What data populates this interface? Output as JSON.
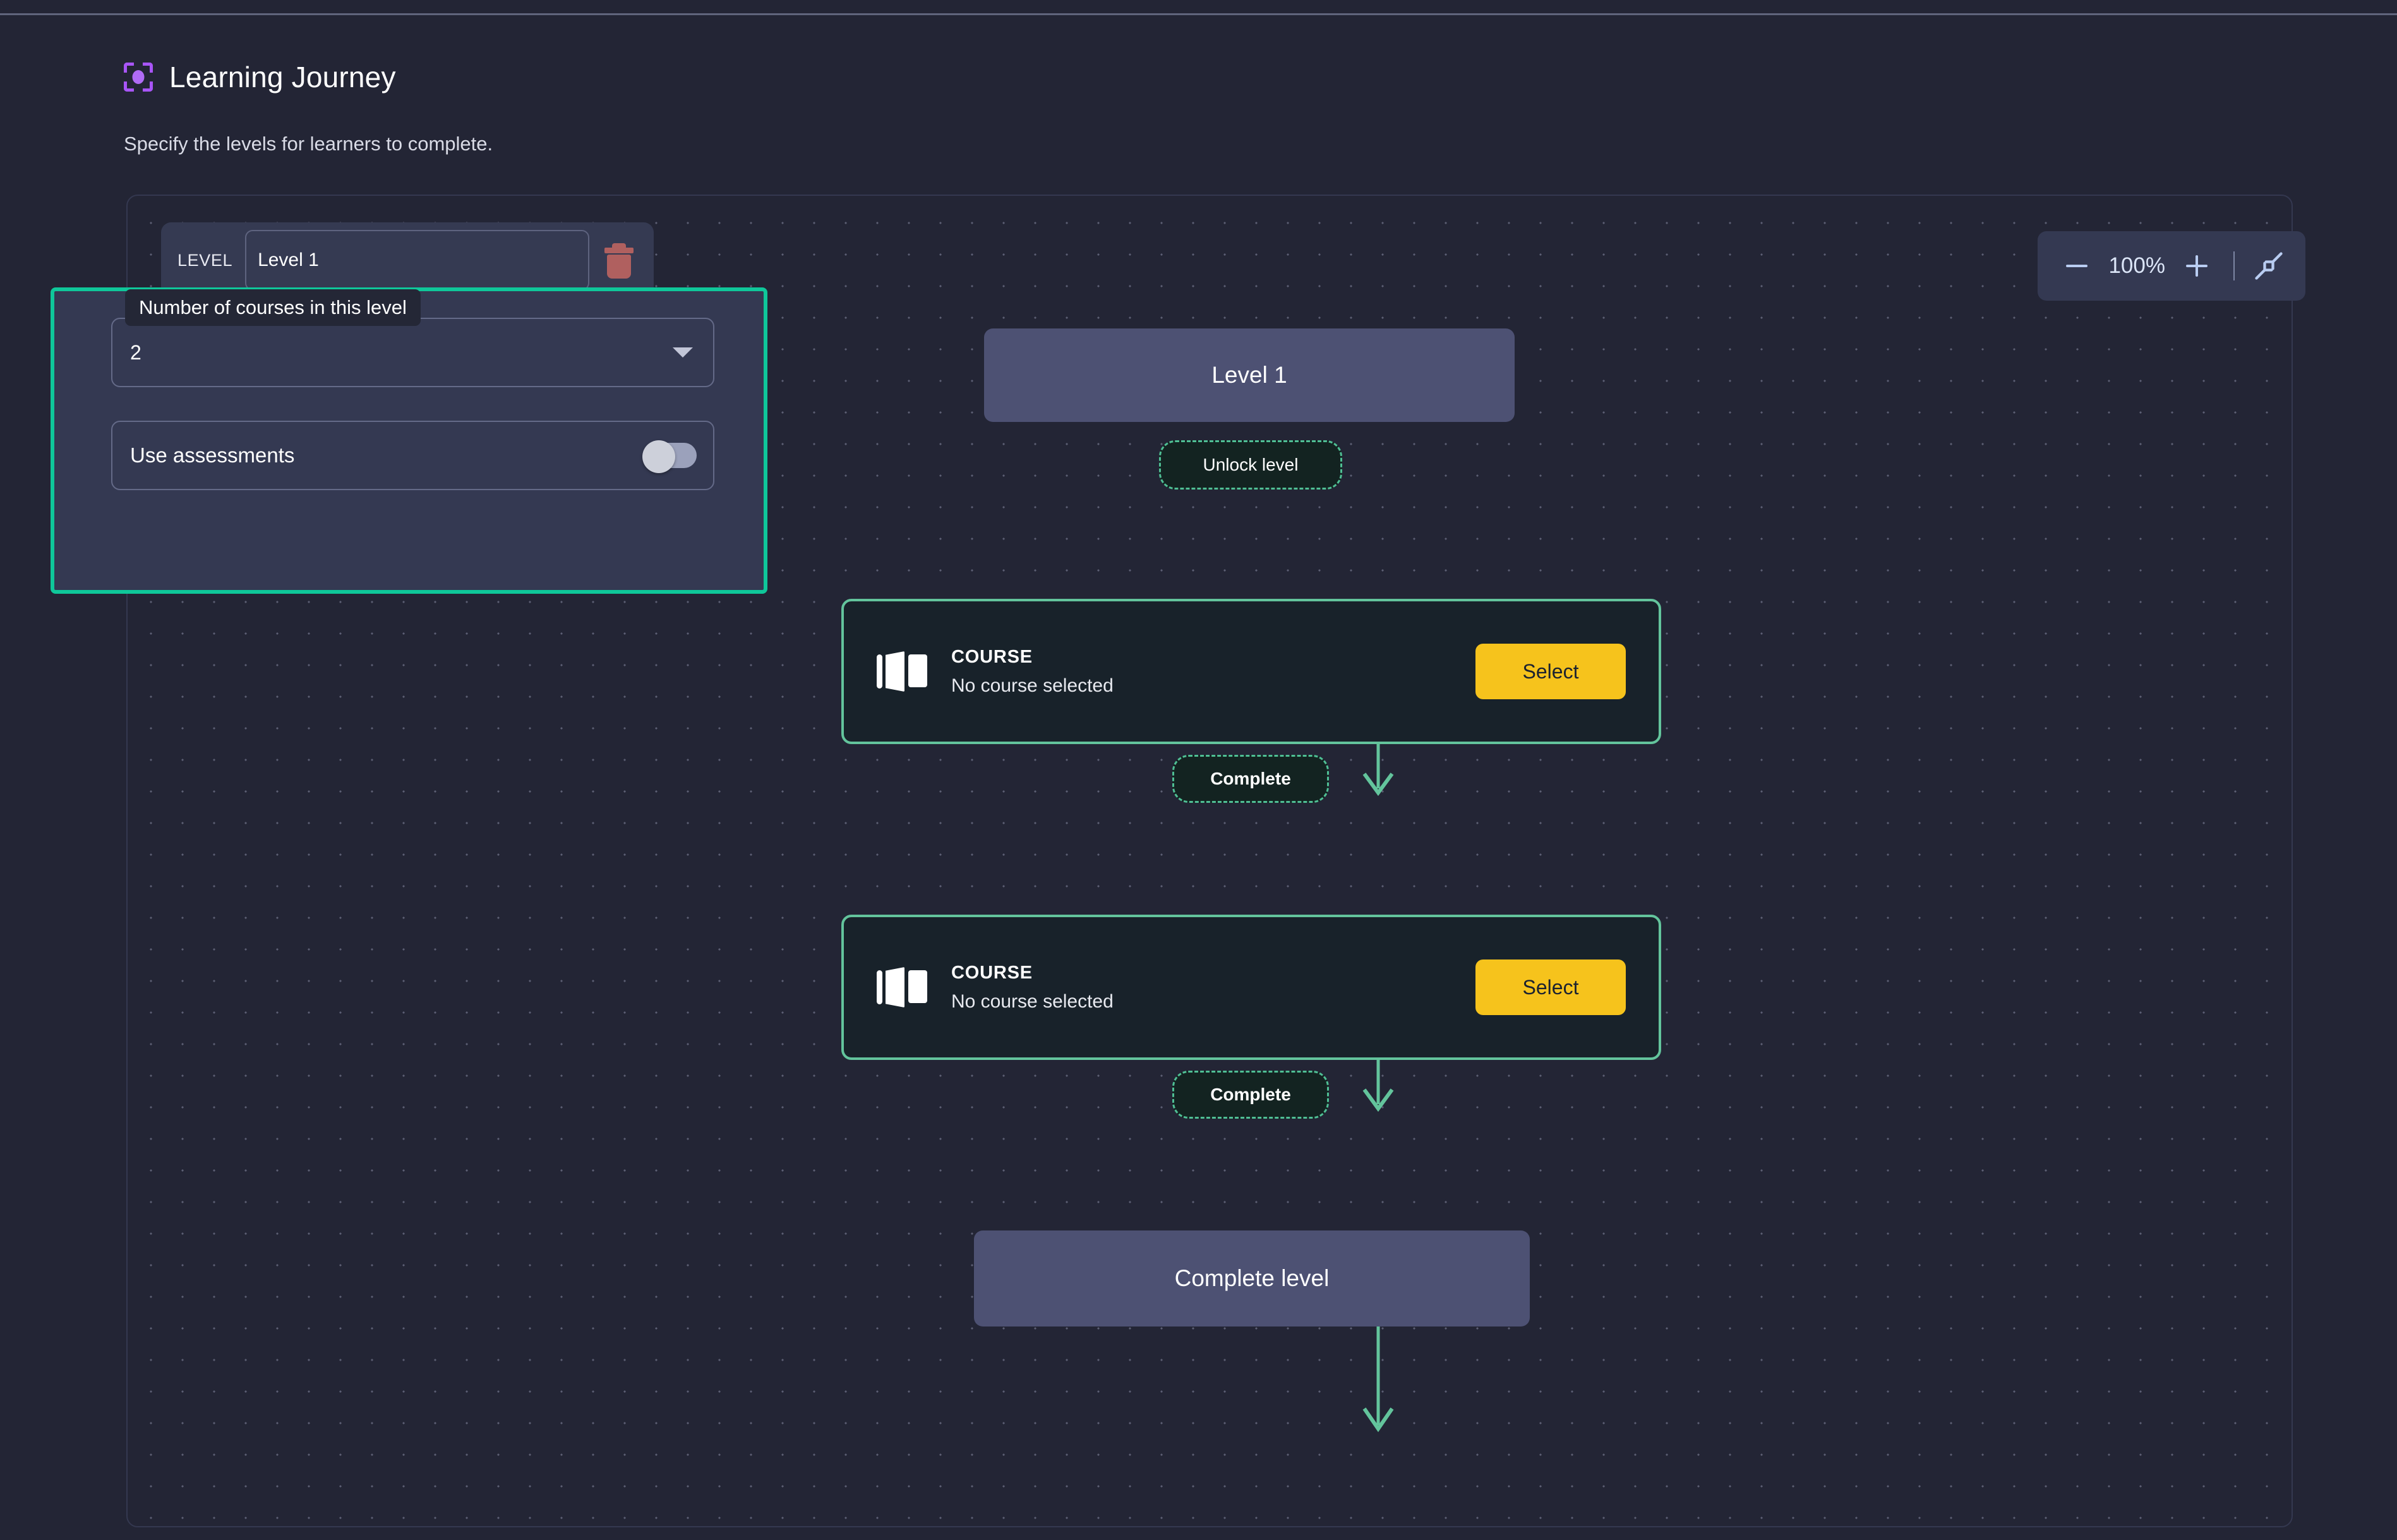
{
  "header": {
    "icon": "scan-focus-icon",
    "title": "Learning Journey",
    "subtitle": "Specify the levels for learners to complete."
  },
  "level_card": {
    "label": "LEVEL",
    "name_value": "Level 1",
    "delete_icon": "trash-icon"
  },
  "settings_panel": {
    "highlight_color": "#0fc79a",
    "courses_field": {
      "tooltip": "Number of courses in this level",
      "value": "2",
      "caret_icon": "chevron-down-icon"
    },
    "assessments_field": {
      "label": "Use assessments",
      "state": "off"
    }
  },
  "zoom_control": {
    "minus_icon": "minus-icon",
    "level": "100%",
    "plus_icon": "plus-icon",
    "fit_icon": "fit-to-screen-icon"
  },
  "flow": {
    "start_node": "Level 1",
    "unlock_badge": "Unlock level",
    "courses": [
      {
        "icon": "open-book-icon",
        "kind": "COURSE",
        "status": "No course selected",
        "action": "Select",
        "after_badge": "Complete"
      },
      {
        "icon": "open-book-icon",
        "kind": "COURSE",
        "status": "No course selected",
        "action": "Select",
        "after_badge": "Complete"
      }
    ],
    "end_node": "Complete level"
  },
  "colors": {
    "page_bg": "#232535",
    "node_purple": "#4d5173",
    "accent_teal": "#0fc79a",
    "edge_green": "#63c49c",
    "select_yellow": "#f6c31c",
    "trash_red": "#b0605f",
    "brand_purple": "#a855f7"
  }
}
